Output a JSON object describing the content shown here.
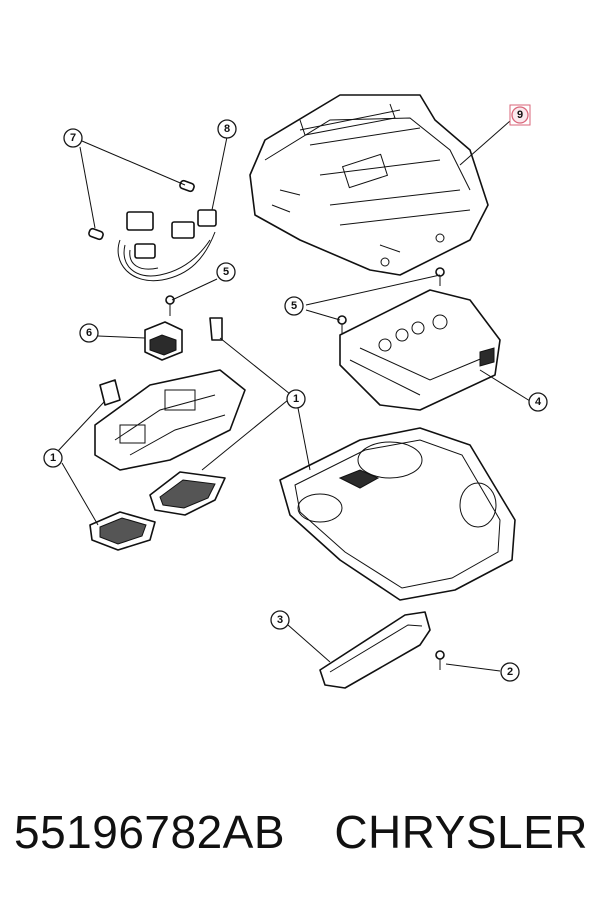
{
  "diagram": {
    "callouts": [
      {
        "id": "c7",
        "label": "7"
      },
      {
        "id": "c8",
        "label": "8"
      },
      {
        "id": "c5a",
        "label": "5"
      },
      {
        "id": "c6",
        "label": "6"
      },
      {
        "id": "c1a",
        "label": "1"
      },
      {
        "id": "c9",
        "label": "9",
        "highlighted": true
      },
      {
        "id": "c5b",
        "label": "5"
      },
      {
        "id": "c4",
        "label": "4"
      },
      {
        "id": "c1b",
        "label": "1"
      },
      {
        "id": "c3",
        "label": "3"
      },
      {
        "id": "c2",
        "label": "2"
      }
    ],
    "highlight_color": "#d9667a"
  },
  "caption": {
    "part_number": "55196782AB",
    "brand": "CHRYSLER"
  }
}
